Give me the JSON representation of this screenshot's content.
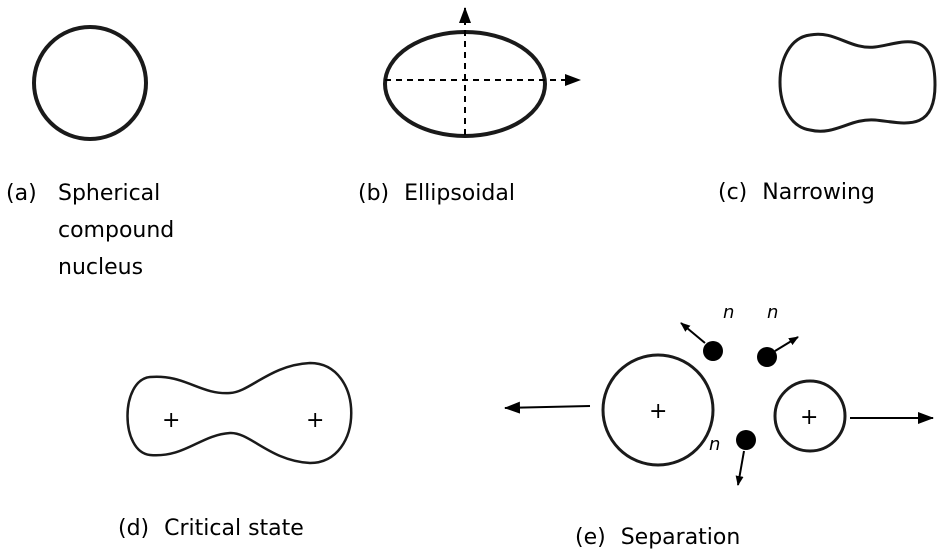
{
  "stages": [
    {
      "letter": "(a)",
      "lines": [
        "Spherical",
        "compound",
        "nucleus"
      ]
    },
    {
      "letter": "(b)",
      "lines": [
        "Ellipsoidal"
      ]
    },
    {
      "letter": "(c)",
      "lines": [
        "Narrowing"
      ]
    },
    {
      "letter": "(d)",
      "lines": [
        "Critical state"
      ]
    },
    {
      "letter": "(e)",
      "lines": [
        "Separation"
      ]
    }
  ],
  "neutron_symbol": "n",
  "charge_symbol": "+"
}
